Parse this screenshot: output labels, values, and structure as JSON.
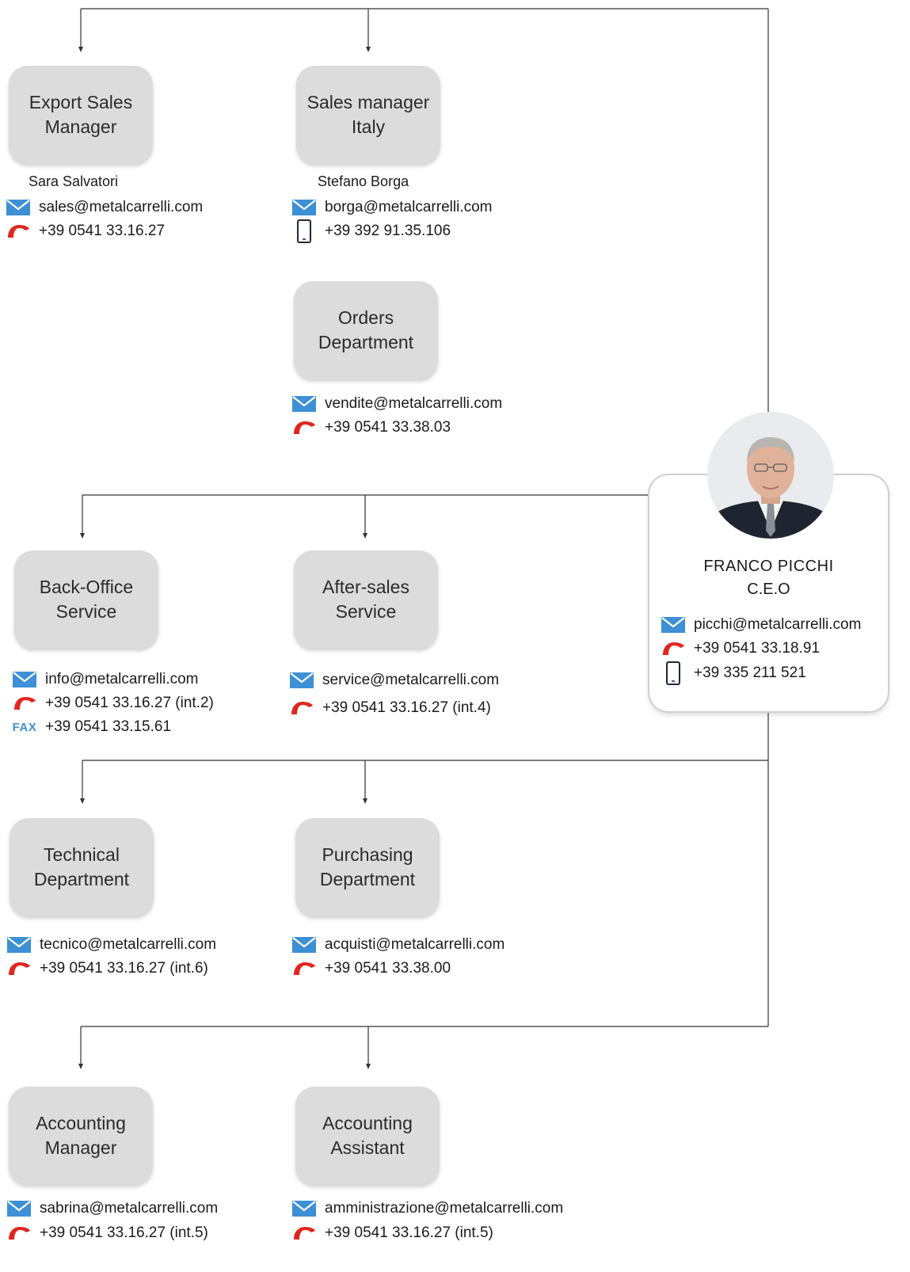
{
  "departments": {
    "export_sales": {
      "title": [
        "Export Sales",
        "Manager"
      ],
      "person": "Sara Salvatori",
      "email": "sales@metalcarrelli.com",
      "phone": "+39 0541 33.16.27"
    },
    "sales_italy": {
      "title": [
        "Sales manager",
        "Italy"
      ],
      "person": "Stefano Borga",
      "email": "borga@metalcarrelli.com",
      "mobile": "+39 392 91.35.106"
    },
    "orders": {
      "title": [
        "Orders",
        "Department"
      ],
      "email": "vendite@metalcarrelli.com",
      "phone": "+39 0541 33.38.03"
    },
    "back_office": {
      "title": [
        "Back-Office",
        "Service"
      ],
      "email": "info@metalcarrelli.com",
      "phone": "+39 0541 33.16.27 (int.2)",
      "fax_label": "FAX",
      "fax": "+39 0541 33.15.61"
    },
    "after_sales": {
      "title": [
        "After-sales",
        "Service"
      ],
      "email": "service@metalcarrelli.com",
      "phone": "+39 0541 33.16.27 (int.4)"
    },
    "technical": {
      "title": [
        "Technical",
        "Department"
      ],
      "email": "tecnico@metalcarrelli.com",
      "phone": "+39 0541 33.16.27 (int.6)"
    },
    "purchasing": {
      "title": [
        "Purchasing",
        "Department"
      ],
      "email": "acquisti@metalcarrelli.com",
      "phone": "+39 0541 33.38.00"
    },
    "accounting_manager": {
      "title": [
        "Accounting",
        "Manager"
      ],
      "email": "sabrina@metalcarrelli.com",
      "phone": "+39 0541 33.16.27 (int.5)"
    },
    "accounting_assistant": {
      "title": [
        "Accounting",
        "Assistant"
      ],
      "email": "amministrazione@metalcarrelli.com",
      "phone": "+39 0541 33.16.27 (int.5)"
    }
  },
  "ceo": {
    "name": "FRANCO PICCHI",
    "role": "C.E.O",
    "email": "picchi@metalcarrelli.com",
    "phone": "+39 0541 33.18.91",
    "mobile": "+39 335 211 521"
  },
  "icons": {
    "email": "envelope-icon",
    "phone": "phone-handset-icon",
    "mobile": "smartphone-icon",
    "fax": "fax-label"
  },
  "colors": {
    "box_fill": "#dcdcdc",
    "email_icon": "#3d8fd6",
    "phone_icon": "#e0271f",
    "line": "#333333"
  }
}
